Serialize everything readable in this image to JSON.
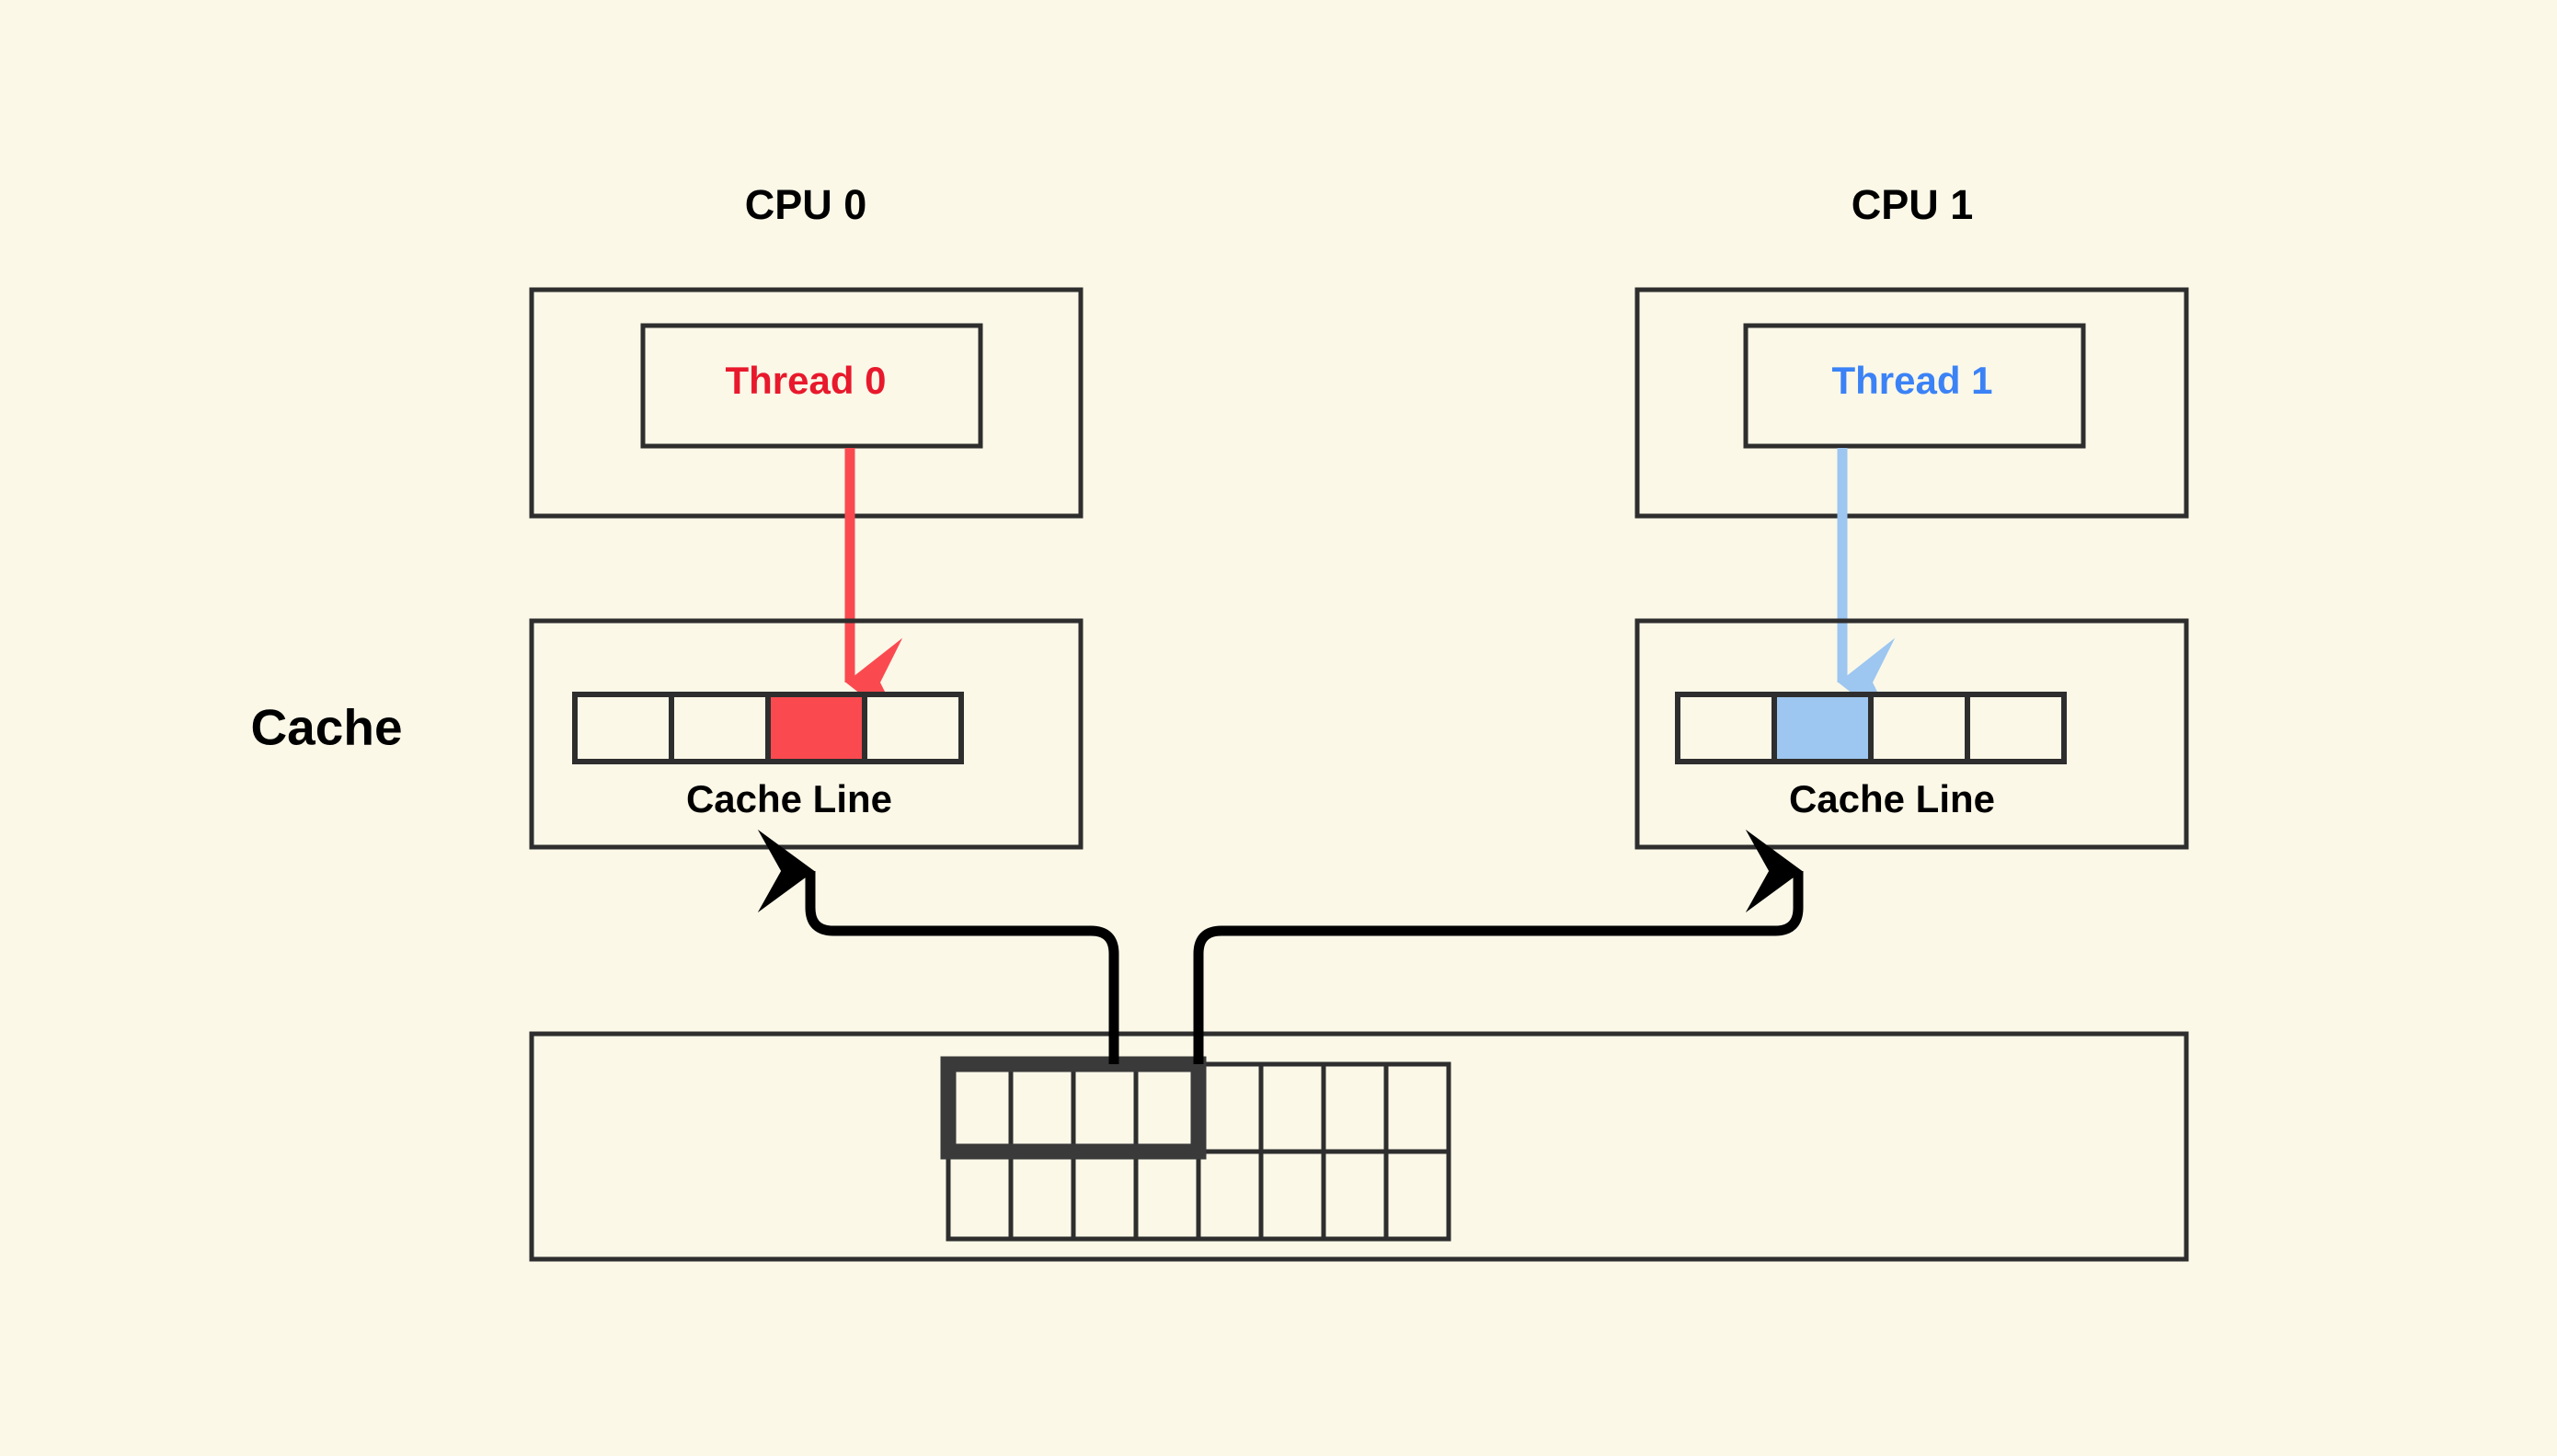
{
  "diagram": {
    "title_left": "CPU 0",
    "title_right": "CPU 1",
    "cache_label": "Cache",
    "cache_line_label_left": "Cache Line",
    "cache_line_label_right": "Cache Line",
    "thread_left": "Thread 0",
    "thread_right": "Thread 1"
  },
  "colors": {
    "background": "#FBF8E8",
    "outline": "#2E2E2E",
    "thread0_text": "#E8192C",
    "thread1_text": "#3B82F6",
    "arrow_red": "#FA4A50",
    "arrow_blue": "#9DC6F0",
    "cell_red": "#FA4A50",
    "cell_blue": "#9DC6F0",
    "connector": "#000000",
    "highlight": "#3A3A3A"
  },
  "cpu0": {
    "cache_line_cells": 4,
    "highlighted_cell_index": 2,
    "highlight_color": "#FA4A50"
  },
  "cpu1": {
    "cache_line_cells": 4,
    "highlighted_cell_index": 1,
    "highlight_color": "#9DC6F0"
  },
  "memory": {
    "columns": 8,
    "rows": 2,
    "highlight_span_columns": 4,
    "highlight_row_index": 0
  }
}
